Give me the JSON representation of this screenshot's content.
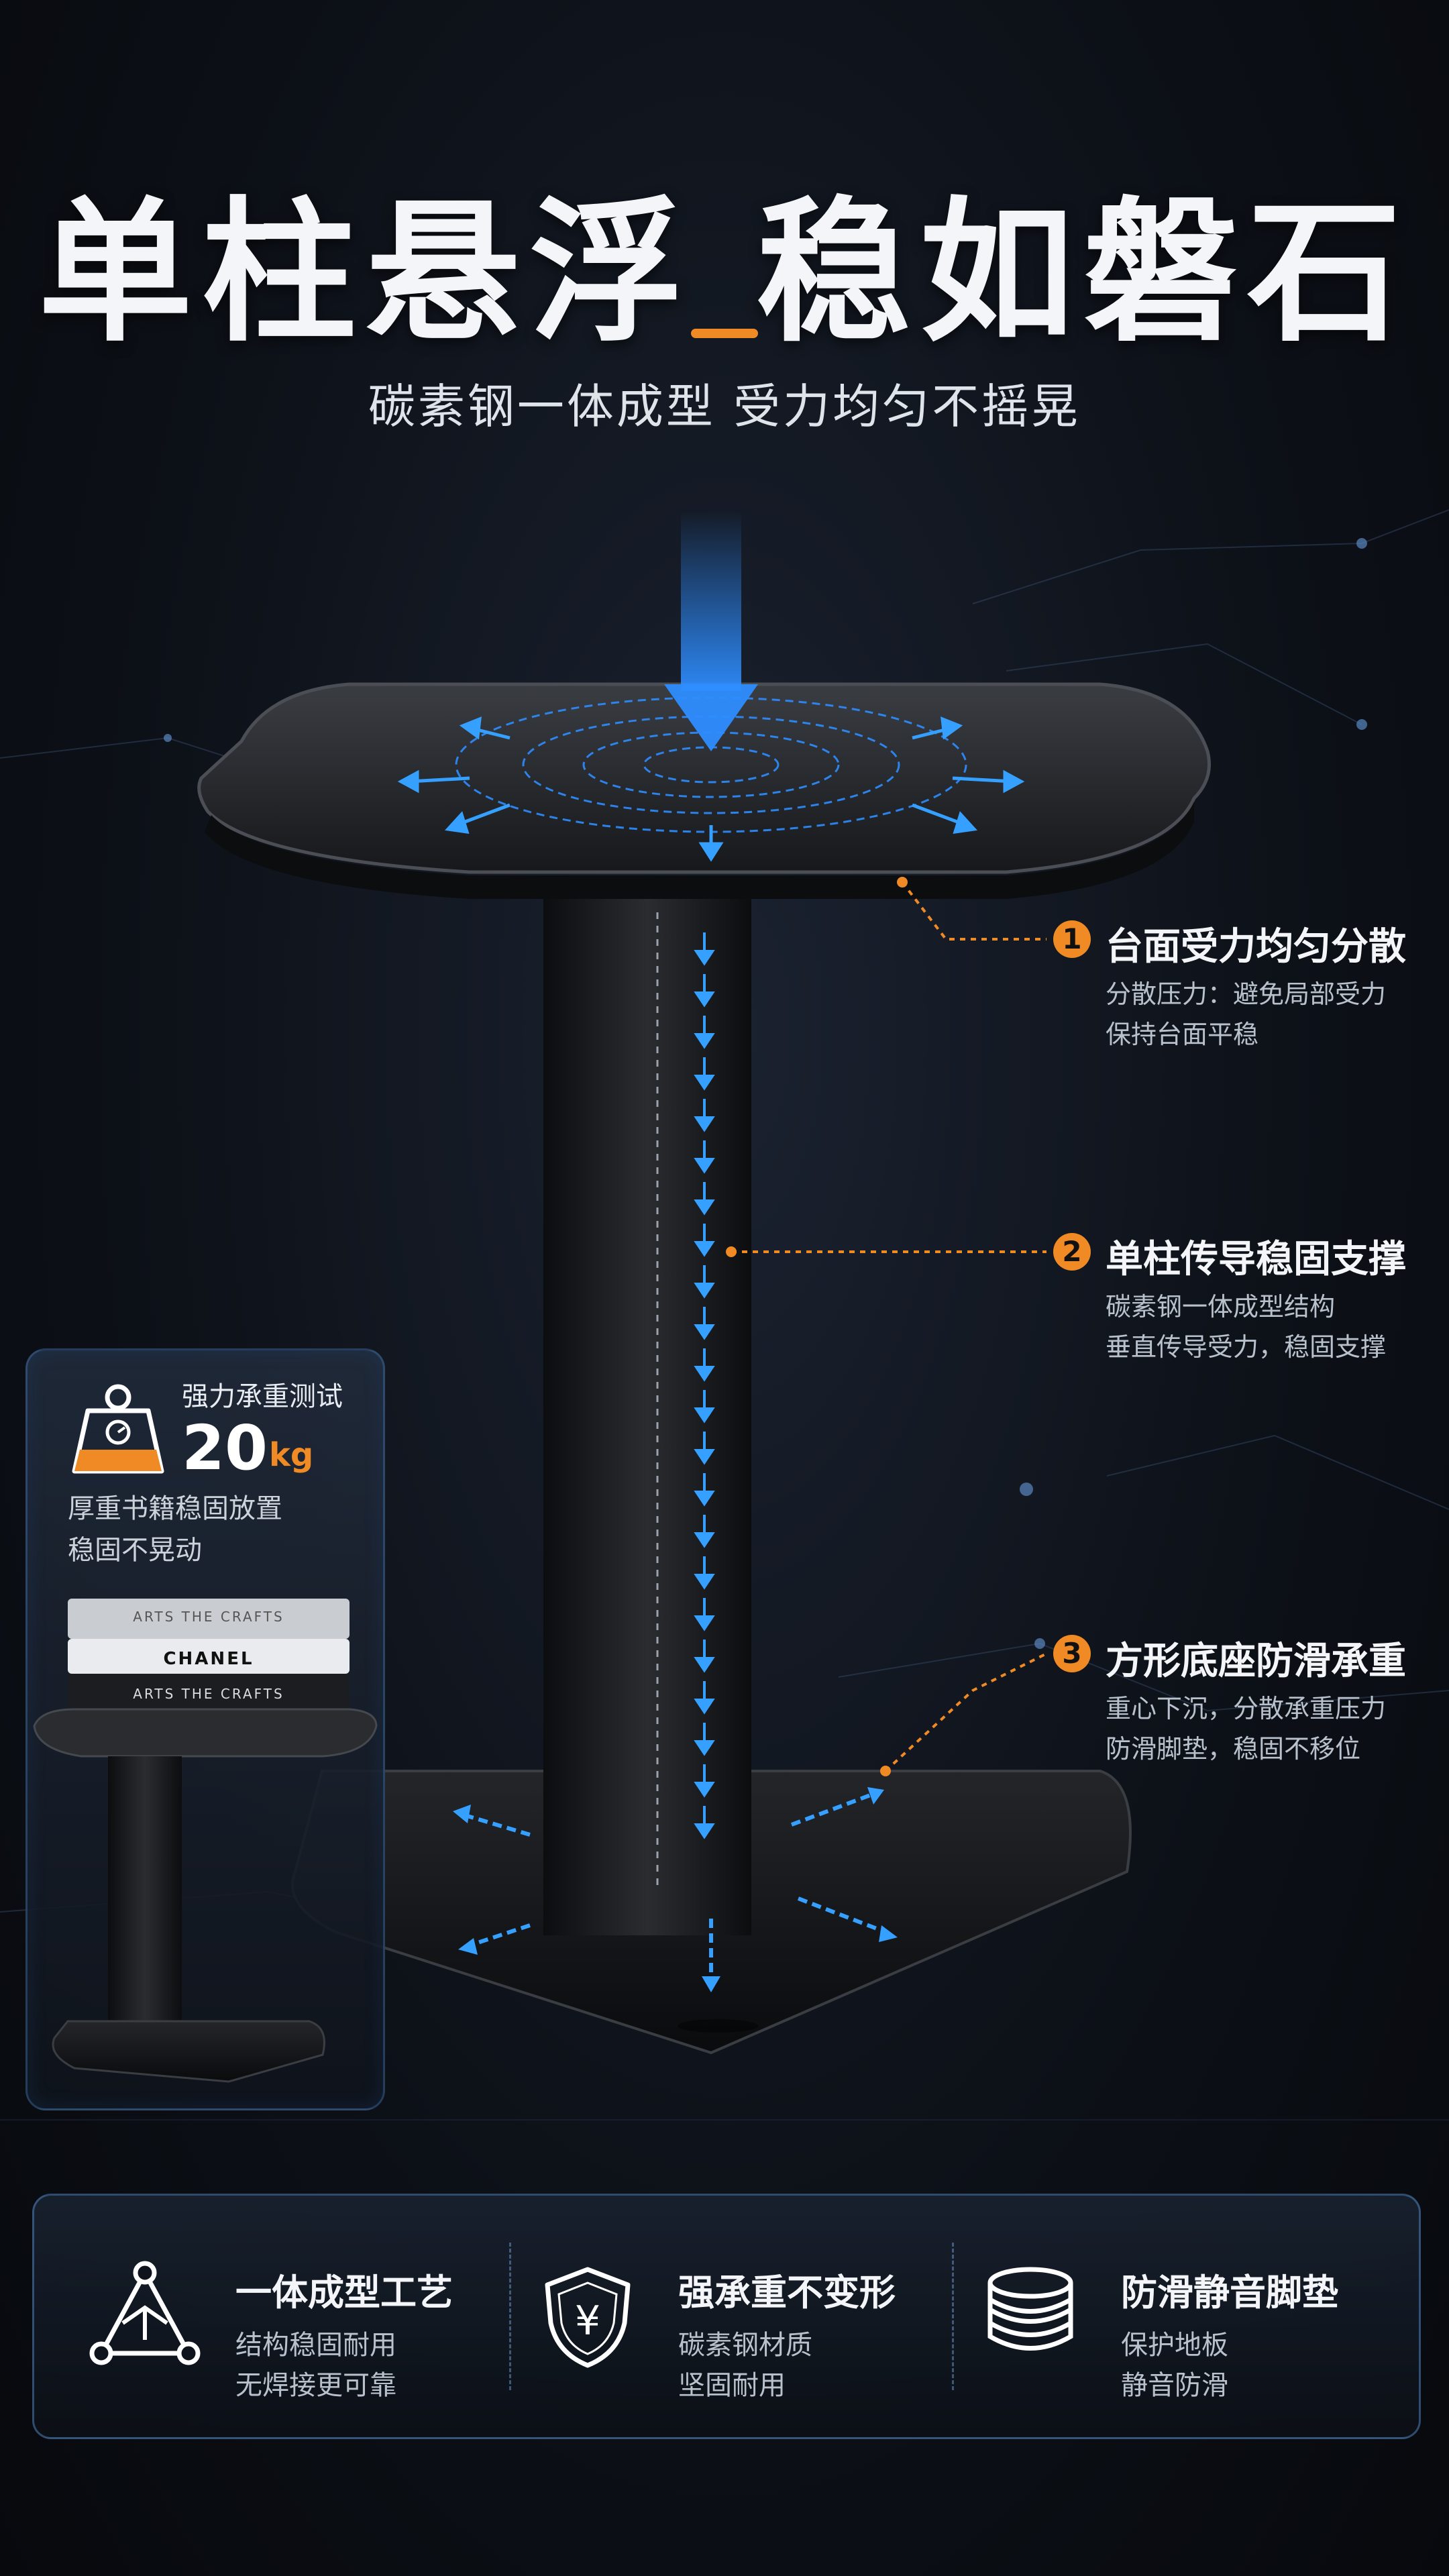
{
  "headline": "单柱悬浮 稳如磐石",
  "subheadline": "碳素钢一体成型 受力均匀不摇晃",
  "accent_color": "#f08a24",
  "highlight_color": "#2e8dff",
  "callouts": [
    {
      "num": "1",
      "title": "台面受力均匀分散",
      "desc1": "分散压力：避免局部受力",
      "desc2": "保持台面平稳"
    },
    {
      "num": "2",
      "title": "单柱传导稳固支撑",
      "desc1": "碳素钢一体成型结构",
      "desc2": "垂直传导受力，稳固支撑"
    },
    {
      "num": "3",
      "title": "方形底座防滑承重",
      "desc1": "重心下沉，分散承重压力",
      "desc2": "防滑脚垫，稳固不移位"
    }
  ],
  "load_test": {
    "label": "强力承重测试",
    "value": "20",
    "unit": "kg",
    "desc1": "厚重书籍稳固放置",
    "desc2": "稳固不晃动",
    "icon": "weight-icon",
    "books": [
      "ARTS THE CRAFTS",
      "CHANEL",
      "ARTS THE CRAFTS"
    ]
  },
  "features": [
    {
      "icon": "triangle-structure-icon",
      "title": "一体成型工艺",
      "d1": "结构稳固耐用",
      "d2": "无焊接更可靠"
    },
    {
      "icon": "shield-icon",
      "title": "强承重不变形",
      "d1": "碳素钢材质",
      "d2": "坚固耐用"
    },
    {
      "icon": "foot-pad-stack-icon",
      "title": "防滑静音脚垫",
      "d1": "保护地板",
      "d2": "静音防滑"
    }
  ]
}
